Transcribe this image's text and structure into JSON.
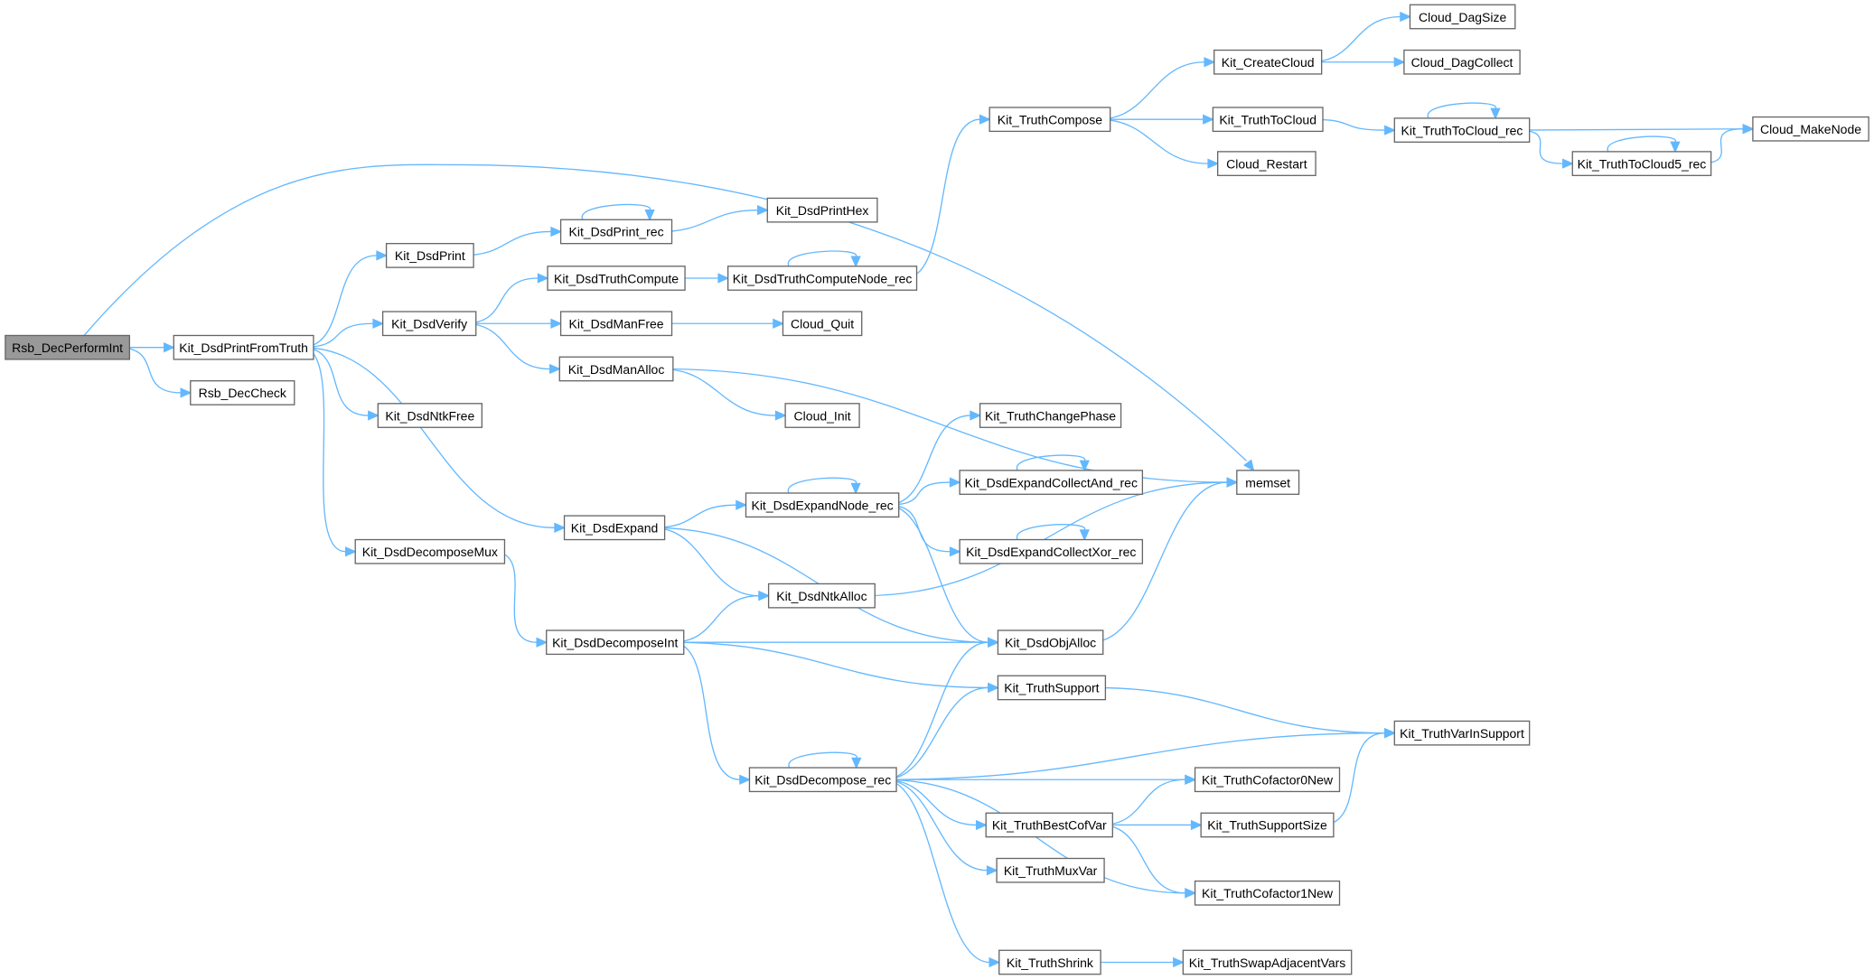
{
  "title": "Call graph of Rsb_DecPerformInt",
  "colors": {
    "edge": "#63b8ff",
    "root_fill": "#999999",
    "node_border": "#666666"
  },
  "root": "Rsb_DecPerformInt",
  "nodes": [
    {
      "id": "Rsb_DecPerformInt",
      "label": "Rsb_DecPerformInt"
    },
    {
      "id": "Kit_DsdPrintFromTruth",
      "label": "Kit_DsdPrintFromTruth"
    },
    {
      "id": "Rsb_DecCheck",
      "label": "Rsb_DecCheck"
    },
    {
      "id": "Kit_DsdPrint",
      "label": "Kit_DsdPrint"
    },
    {
      "id": "Kit_DsdVerify",
      "label": "Kit_DsdVerify"
    },
    {
      "id": "Kit_DsdNtkFree",
      "label": "Kit_DsdNtkFree"
    },
    {
      "id": "Kit_DsdDecomposeMux",
      "label": "Kit_DsdDecomposeMux"
    },
    {
      "id": "Kit_DsdPrint_rec",
      "label": "Kit_DsdPrint_rec"
    },
    {
      "id": "Kit_DsdPrintHex",
      "label": "Kit_DsdPrintHex"
    },
    {
      "id": "Kit_DsdTruthCompute",
      "label": "Kit_DsdTruthCompute"
    },
    {
      "id": "Kit_DsdTruthComputeNode_rec",
      "label": "Kit_DsdTruthComputeNode_rec"
    },
    {
      "id": "Kit_DsdManFree",
      "label": "Kit_DsdManFree"
    },
    {
      "id": "Cloud_Quit",
      "label": "Cloud_Quit"
    },
    {
      "id": "Kit_DsdManAlloc",
      "label": "Kit_DsdManAlloc"
    },
    {
      "id": "Cloud_Init",
      "label": "Cloud_Init"
    },
    {
      "id": "Kit_DsdExpand",
      "label": "Kit_DsdExpand"
    },
    {
      "id": "Kit_DsdExpandNode_rec",
      "label": "Kit_DsdExpandNode_rec"
    },
    {
      "id": "Kit_TruthChangePhase",
      "label": "Kit_TruthChangePhase"
    },
    {
      "id": "Kit_DsdExpandCollectAnd_rec",
      "label": "Kit_DsdExpandCollectAnd_rec"
    },
    {
      "id": "Kit_DsdExpandCollectXor_rec",
      "label": "Kit_DsdExpandCollectXor_rec"
    },
    {
      "id": "Kit_DsdNtkAlloc",
      "label": "Kit_DsdNtkAlloc"
    },
    {
      "id": "Kit_DsdDecomposeInt",
      "label": "Kit_DsdDecomposeInt"
    },
    {
      "id": "Kit_DsdObjAlloc",
      "label": "Kit_DsdObjAlloc"
    },
    {
      "id": "Kit_TruthSupport",
      "label": "Kit_TruthSupport"
    },
    {
      "id": "Kit_DsdDecompose_rec",
      "label": "Kit_DsdDecompose_rec"
    },
    {
      "id": "Kit_TruthCompose",
      "label": "Kit_TruthCompose"
    },
    {
      "id": "Kit_CreateCloud",
      "label": "Kit_CreateCloud"
    },
    {
      "id": "Kit_TruthToCloud",
      "label": "Kit_TruthToCloud"
    },
    {
      "id": "Cloud_Restart",
      "label": "Cloud_Restart"
    },
    {
      "id": "Cloud_DagSize",
      "label": "Cloud_DagSize"
    },
    {
      "id": "Cloud_DagCollect",
      "label": "Cloud_DagCollect"
    },
    {
      "id": "Kit_TruthToCloud_rec",
      "label": "Kit_TruthToCloud_rec"
    },
    {
      "id": "Kit_TruthToCloud5_rec",
      "label": "Kit_TruthToCloud5_rec"
    },
    {
      "id": "Cloud_MakeNode",
      "label": "Cloud_MakeNode"
    },
    {
      "id": "memset",
      "label": "memset"
    },
    {
      "id": "Kit_TruthVarInSupport",
      "label": "Kit_TruthVarInSupport"
    },
    {
      "id": "Kit_TruthCofactor0New",
      "label": "Kit_TruthCofactor0New"
    },
    {
      "id": "Kit_TruthBestCofVar",
      "label": "Kit_TruthBestCofVar"
    },
    {
      "id": "Kit_TruthSupportSize",
      "label": "Kit_TruthSupportSize"
    },
    {
      "id": "Kit_TruthMuxVar",
      "label": "Kit_TruthMuxVar"
    },
    {
      "id": "Kit_TruthCofactor1New",
      "label": "Kit_TruthCofactor1New"
    },
    {
      "id": "Kit_TruthShrink",
      "label": "Kit_TruthShrink"
    },
    {
      "id": "Kit_TruthSwapAdjacentVars",
      "label": "Kit_TruthSwapAdjacentVars"
    }
  ],
  "edges": [
    [
      "Rsb_DecPerformInt",
      "Kit_DsdPrintFromTruth"
    ],
    [
      "Rsb_DecPerformInt",
      "Rsb_DecCheck"
    ],
    [
      "Rsb_DecPerformInt",
      "memset"
    ],
    [
      "Kit_DsdPrintFromTruth",
      "Kit_DsdPrint"
    ],
    [
      "Kit_DsdPrintFromTruth",
      "Kit_DsdVerify"
    ],
    [
      "Kit_DsdPrintFromTruth",
      "Kit_DsdNtkFree"
    ],
    [
      "Kit_DsdPrintFromTruth",
      "Kit_DsdDecomposeMux"
    ],
    [
      "Kit_DsdPrintFromTruth",
      "Kit_DsdExpand"
    ],
    [
      "Kit_DsdPrint",
      "Kit_DsdPrint_rec"
    ],
    [
      "Kit_DsdPrint_rec",
      "Kit_DsdPrintHex"
    ],
    [
      "Kit_DsdPrint_rec",
      "Kit_DsdPrint_rec"
    ],
    [
      "Kit_DsdVerify",
      "Kit_DsdTruthCompute"
    ],
    [
      "Kit_DsdVerify",
      "Kit_DsdManFree"
    ],
    [
      "Kit_DsdVerify",
      "Kit_DsdManAlloc"
    ],
    [
      "Kit_DsdTruthCompute",
      "Kit_DsdTruthComputeNode_rec"
    ],
    [
      "Kit_DsdTruthComputeNode_rec",
      "Kit_TruthCompose"
    ],
    [
      "Kit_DsdTruthComputeNode_rec",
      "Kit_DsdTruthComputeNode_rec"
    ],
    [
      "Kit_DsdManFree",
      "Cloud_Quit"
    ],
    [
      "Kit_DsdManAlloc",
      "Cloud_Init"
    ],
    [
      "Kit_DsdManAlloc",
      "memset"
    ],
    [
      "Kit_TruthCompose",
      "Kit_CreateCloud"
    ],
    [
      "Kit_TruthCompose",
      "Kit_TruthToCloud"
    ],
    [
      "Kit_TruthCompose",
      "Cloud_Restart"
    ],
    [
      "Kit_CreateCloud",
      "Cloud_DagSize"
    ],
    [
      "Kit_CreateCloud",
      "Cloud_DagCollect"
    ],
    [
      "Kit_TruthToCloud",
      "Kit_TruthToCloud_rec"
    ],
    [
      "Kit_TruthToCloud_rec",
      "Cloud_MakeNode"
    ],
    [
      "Kit_TruthToCloud_rec",
      "Kit_TruthToCloud5_rec"
    ],
    [
      "Kit_TruthToCloud_rec",
      "Kit_TruthToCloud_rec"
    ],
    [
      "Kit_TruthToCloud5_rec",
      "Cloud_MakeNode"
    ],
    [
      "Kit_TruthToCloud5_rec",
      "Kit_TruthToCloud5_rec"
    ],
    [
      "Kit_DsdExpand",
      "Kit_DsdExpandNode_rec"
    ],
    [
      "Kit_DsdExpand",
      "Kit_DsdNtkAlloc"
    ],
    [
      "Kit_DsdExpand",
      "Kit_DsdObjAlloc"
    ],
    [
      "Kit_DsdExpandNode_rec",
      "Kit_TruthChangePhase"
    ],
    [
      "Kit_DsdExpandNode_rec",
      "Kit_DsdExpandCollectAnd_rec"
    ],
    [
      "Kit_DsdExpandNode_rec",
      "Kit_DsdExpandCollectXor_rec"
    ],
    [
      "Kit_DsdExpandNode_rec",
      "Kit_DsdObjAlloc"
    ],
    [
      "Kit_DsdExpandNode_rec",
      "Kit_DsdExpandNode_rec"
    ],
    [
      "Kit_DsdExpandCollectAnd_rec",
      "Kit_DsdExpandCollectAnd_rec"
    ],
    [
      "Kit_DsdExpandCollectXor_rec",
      "Kit_DsdExpandCollectXor_rec"
    ],
    [
      "Kit_DsdNtkAlloc",
      "memset"
    ],
    [
      "Kit_DsdDecomposeMux",
      "Kit_DsdDecomposeInt"
    ],
    [
      "Kit_DsdDecomposeInt",
      "Kit_DsdNtkAlloc"
    ],
    [
      "Kit_DsdDecomposeInt",
      "Kit_DsdObjAlloc"
    ],
    [
      "Kit_DsdDecomposeInt",
      "Kit_TruthSupport"
    ],
    [
      "Kit_DsdDecomposeInt",
      "Kit_DsdDecompose_rec"
    ],
    [
      "Kit_DsdObjAlloc",
      "memset"
    ],
    [
      "Kit_TruthSupport",
      "Kit_TruthVarInSupport"
    ],
    [
      "Kit_DsdDecompose_rec",
      "Kit_DsdObjAlloc"
    ],
    [
      "Kit_DsdDecompose_rec",
      "Kit_TruthSupport"
    ],
    [
      "Kit_DsdDecompose_rec",
      "Kit_TruthVarInSupport"
    ],
    [
      "Kit_DsdDecompose_rec",
      "Kit_TruthCofactor0New"
    ],
    [
      "Kit_DsdDecompose_rec",
      "Kit_TruthBestCofVar"
    ],
    [
      "Kit_DsdDecompose_rec",
      "Kit_TruthMuxVar"
    ],
    [
      "Kit_DsdDecompose_rec",
      "Kit_TruthCofactor1New"
    ],
    [
      "Kit_DsdDecompose_rec",
      "Kit_TruthShrink"
    ],
    [
      "Kit_DsdDecompose_rec",
      "Kit_DsdDecompose_rec"
    ],
    [
      "Kit_TruthBestCofVar",
      "Kit_TruthCofactor0New"
    ],
    [
      "Kit_TruthBestCofVar",
      "Kit_TruthSupportSize"
    ],
    [
      "Kit_TruthBestCofVar",
      "Kit_TruthCofactor1New"
    ],
    [
      "Kit_TruthSupportSize",
      "Kit_TruthVarInSupport"
    ],
    [
      "Kit_TruthShrink",
      "Kit_TruthSwapAdjacentVars"
    ]
  ]
}
